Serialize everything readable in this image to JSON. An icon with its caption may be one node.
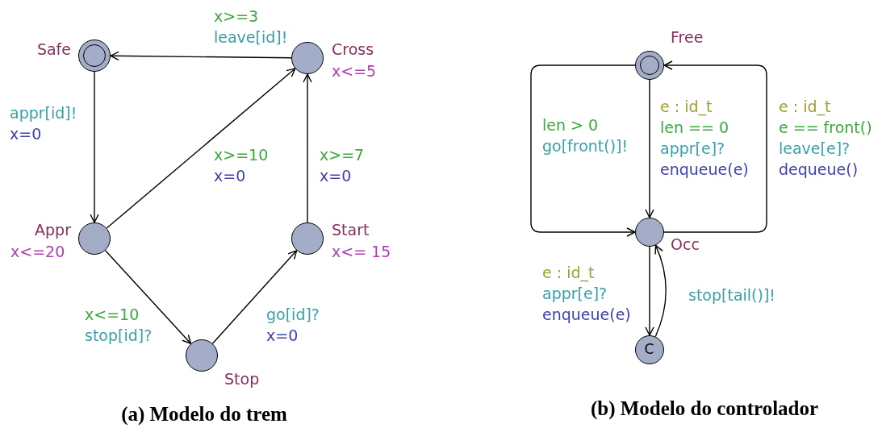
{
  "diagram": {
    "nodes": [
      {
        "text": [
          "Safe"
        ]
      },
      {
        "text": [
          "Cross"
        ],
        "beside": [
          "x<=5"
        ]
      },
      {
        "text": [
          "Appr"
        ],
        "beside": [
          "x<=20"
        ]
      },
      {
        "text": [
          "Start"
        ],
        "beside": [
          "x<= 15"
        ]
      },
      {
        "text": [
          "Stop"
        ]
      },
      {
        "text": [
          "Free"
        ]
      },
      {
        "text": [
          "Occ"
        ]
      },
      {
        "text": [
          "C"
        ]
      }
    ],
    "edges": [
      {
        "from": 1,
        "to": 0,
        "arrow": "to",
        "label": [
          "x>=3",
          "leave[id]!"
        ]
      },
      {
        "from": 0,
        "to": 2,
        "arrow": "to",
        "label": [
          "appr[id]!",
          "x=0"
        ]
      },
      {
        "from": 2,
        "to": 1,
        "arrow": "to",
        "label": [
          "x>=10",
          "x=0"
        ]
      },
      {
        "from": 3,
        "to": 1,
        "arrow": "to",
        "label": [
          "x>=7",
          "x=0"
        ]
      },
      {
        "from": 2,
        "to": 4,
        "arrow": "to",
        "label": [
          "x<=10",
          "stop[id]?"
        ]
      },
      {
        "from": 4,
        "to": 3,
        "arrow": "to",
        "label": [
          "go[id]?",
          "x=0"
        ]
      },
      {
        "from": 5,
        "to": 6,
        "arrow": "to",
        "label": [
          "len > 0",
          "go[front()]!"
        ]
      },
      {
        "from": 5,
        "to": 6,
        "arrow": "to",
        "label": [
          "e : id_t",
          "len == 0",
          "appr[e]?",
          "enqueue(e)"
        ]
      },
      {
        "from": 6,
        "to": 5,
        "arrow": "to",
        "label": [
          "e : id_t",
          "e == front()",
          "leave[e]?",
          "dequeue()"
        ]
      },
      {
        "from": 6,
        "to": 7,
        "arrow": "to",
        "label": [
          "e : id_t",
          "appr[e]?",
          "enqueue(e)"
        ]
      },
      {
        "from": 7,
        "to": 6,
        "arrow": "to",
        "label": [
          "stop[tail()]!"
        ]
      }
    ],
    "labels": [
      "(a)  Modelo do trem",
      "(b)  Modelo do controlador"
    ]
  }
}
